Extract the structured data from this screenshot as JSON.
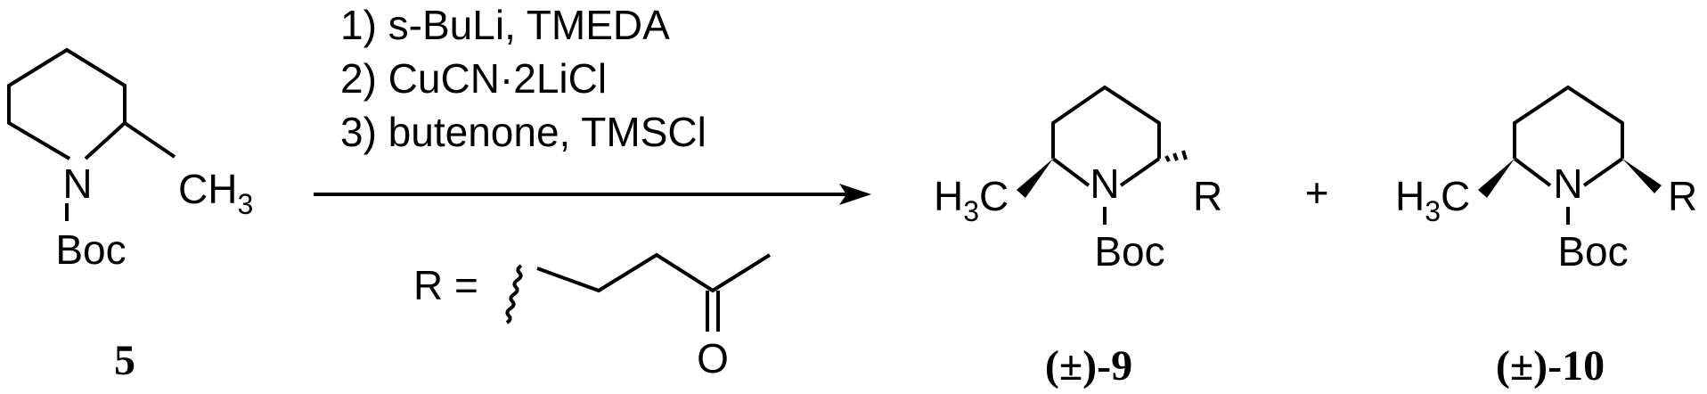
{
  "reagents": {
    "step1": "1) s-BuLi, TMEDA",
    "step2": "2) CuCN·2LiCl",
    "step3": "3) butenone, TMSCl"
  },
  "r_group": {
    "label": "R =",
    "oxygen": "O"
  },
  "start": {
    "n": "N",
    "boc": "Boc",
    "ch3_c": "CH",
    "ch3_sub": "3",
    "number": "5"
  },
  "product9": {
    "h3c_h": "H",
    "h3c_sub": "3",
    "h3c_c": "C",
    "n": "N",
    "r": "R",
    "boc": "Boc",
    "label_pm": "(±)",
    "label_num": "-9"
  },
  "plus": "+",
  "product10": {
    "h3c_h": "H",
    "h3c_sub": "3",
    "h3c_c": "C",
    "n": "N",
    "r": "R",
    "boc": "Boc",
    "label_pm": "(±)",
    "label_num": "-10"
  }
}
